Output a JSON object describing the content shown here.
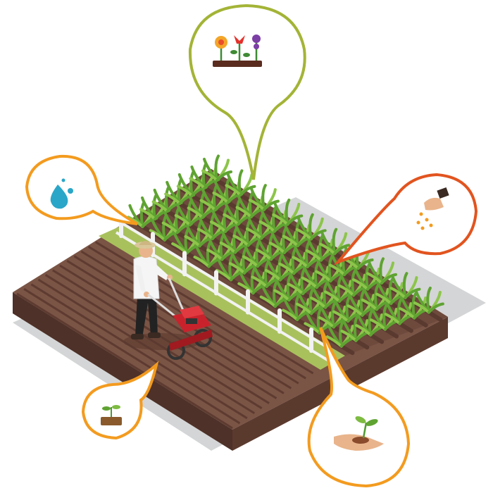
{
  "scene": {
    "colors": {
      "soil_top": "#7a5445",
      "soil_dark": "#4e3128",
      "soil_side": "#5b3a2e",
      "furrow": "#6a463a",
      "grass": "#a9c15d",
      "shadow": "#c9cacc",
      "fence": "#f2f2f2",
      "corn_leaf": "#5fa332",
      "corn_leaf_light": "#8cc54a",
      "tiller": "#c8232c",
      "bubble_olive": "#a3b436",
      "bubble_orange": "#f39b1f",
      "bubble_red": "#e2541f",
      "water": "#2aa6c8"
    },
    "bubbles": [
      {
        "name": "flowers-callout",
        "icon": "flowers-icon"
      },
      {
        "name": "water-callout",
        "icon": "water-drop-icon"
      },
      {
        "name": "seeds-callout",
        "icon": "seed-sowing-hand-icon"
      },
      {
        "name": "seedling-hand-callout",
        "icon": "hand-with-sprout-icon"
      },
      {
        "name": "soil-sprout-callout",
        "icon": "sprout-in-soil-icon"
      }
    ],
    "figures": [
      {
        "name": "farmer",
        "icon": "farmer-icon"
      },
      {
        "name": "rotary-tiller",
        "icon": "tiller-icon"
      }
    ]
  }
}
